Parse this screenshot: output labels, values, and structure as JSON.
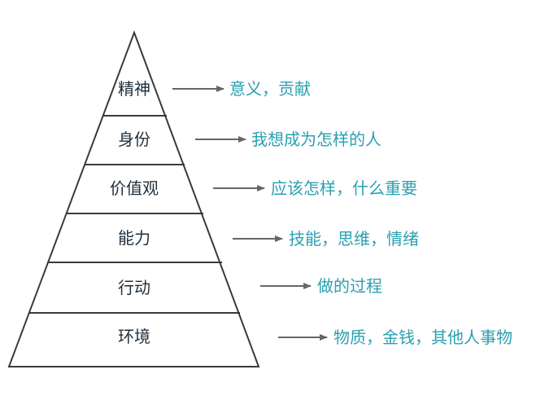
{
  "pyramid": {
    "levels": [
      {
        "label": "精神",
        "description": "意义，贡献"
      },
      {
        "label": "身份",
        "description": "我想成为怎样的人"
      },
      {
        "label": "价值观",
        "description": "应该怎样，什么重要"
      },
      {
        "label": "能力",
        "description": "技能，思维，情绪"
      },
      {
        "label": "行动",
        "description": "做的过程"
      },
      {
        "label": "环境",
        "description": "物质，金钱，其他人事物"
      }
    ]
  },
  "colors": {
    "outline": "#3a3a3a",
    "arrow": "#666666",
    "label_text": "#1f2f3c",
    "description_text": "#2b9fb0"
  }
}
